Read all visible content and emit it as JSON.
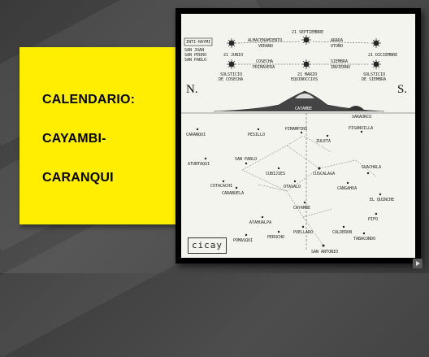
{
  "slide": {
    "title_lines": [
      "CALENDARIO:",
      "CAYAMBI-",
      "CARANQUI"
    ]
  },
  "map": {
    "header": {
      "box_label": "INTI-RAYMI",
      "left_sub_1": "SAN JUAN",
      "left_sub_2": "SAN PEDRO",
      "left_sub_3": "SAN PABLO",
      "top_date": "21 SEPTIEMBRE",
      "almac": "ALMACENAMIENTO",
      "verano": "VERANO",
      "arada": "ARADA",
      "otono": "OTOÑO",
      "junio": "21 JUNIO",
      "cosecha": "COSECHA",
      "primavera": "PRIMAVERA",
      "diciembre": "21 DICIEMBRE",
      "siembra": "SIEMBRA",
      "invierno": "INVIERNO",
      "marzo": "21 MARZO",
      "equinoccios": "EQUINOCCIOS",
      "sol_cosecha_1": "SOLSTICIO",
      "sol_cosecha_2": "DE COSECHA",
      "sol_siembra_1": "SOLSTICIO",
      "sol_siembra_2": "DE SIEMBRA"
    },
    "north": "N.",
    "south": "S.",
    "cayambe": "CAYAMBE",
    "saraurcu": "SARAURCU",
    "places": {
      "p1": "CARANQUI",
      "p2": "PESILLO",
      "p3": "PIMAMPIRO",
      "p4": "ZULETA",
      "p5": "PISANVILLA",
      "p6": "ATUNTAQUI",
      "p7": "SAN PABLO",
      "p8": "CUBIJIES",
      "p9": "COTACACHI",
      "p10": "CARABUELA",
      "p11": "CUSCALAGA",
      "p12": "OTAVALO",
      "p13": "CAYAMBE",
      "p14": "CANGAHUA",
      "p15": "GUACHALA",
      "p16": "EL QUINCHE",
      "p17": "ATAHUALPA",
      "p18": "PERUCHO",
      "p19": "PUELLARO",
      "p20": "SAN ANTONIO",
      "p21": "PIFO",
      "p22": "POMASQUI",
      "p23": "CALDERON",
      "p24": "TABACUNDO"
    },
    "logo": "cicay"
  }
}
